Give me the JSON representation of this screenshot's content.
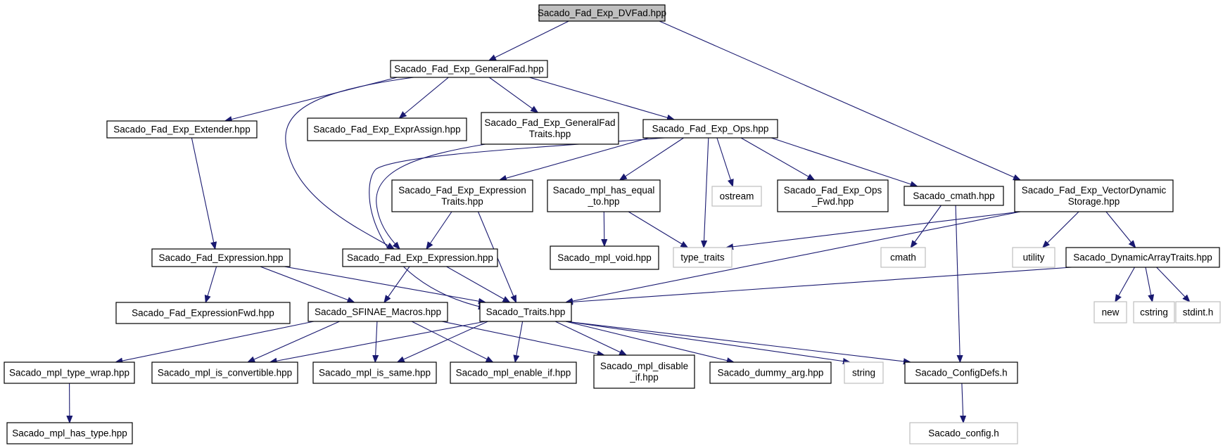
{
  "graph": {
    "nodes": [
      {
        "id": "dvfad",
        "lines": [
          "Sacado_Fad_Exp_DVFad.hpp"
        ],
        "style": "root"
      },
      {
        "id": "generalfad",
        "lines": [
          "Sacado_Fad_Exp_GeneralFad.hpp"
        ],
        "style": "dark"
      },
      {
        "id": "extender",
        "lines": [
          "Sacado_Fad_Exp_Extender.hpp"
        ],
        "style": "dark"
      },
      {
        "id": "exprassign",
        "lines": [
          "Sacado_Fad_Exp_ExprAssign.hpp"
        ],
        "style": "dark"
      },
      {
        "id": "generalfadtraits",
        "lines": [
          "Sacado_Fad_Exp_GeneralFad",
          "Traits.hpp"
        ],
        "style": "dark"
      },
      {
        "id": "ops",
        "lines": [
          "Sacado_Fad_Exp_Ops.hpp"
        ],
        "style": "dark"
      },
      {
        "id": "exprtraits",
        "lines": [
          "Sacado_Fad_Exp_Expression",
          "Traits.hpp"
        ],
        "style": "dark"
      },
      {
        "id": "hasequal",
        "lines": [
          "Sacado_mpl_has_equal",
          "_to.hpp"
        ],
        "style": "dark"
      },
      {
        "id": "ostream",
        "lines": [
          "ostream"
        ],
        "style": "light"
      },
      {
        "id": "opsfwd",
        "lines": [
          "Sacado_Fad_Exp_Ops",
          "_Fwd.hpp"
        ],
        "style": "dark"
      },
      {
        "id": "cmathhpp",
        "lines": [
          "Sacado_cmath.hpp"
        ],
        "style": "dark"
      },
      {
        "id": "vecdyn",
        "lines": [
          "Sacado_Fad_Exp_VectorDynamic",
          "Storage.hpp"
        ],
        "style": "dark"
      },
      {
        "id": "fadexpression",
        "lines": [
          "Sacado_Fad_Expression.hpp"
        ],
        "style": "dark"
      },
      {
        "id": "expexpression",
        "lines": [
          "Sacado_Fad_Exp_Expression.hpp"
        ],
        "style": "dark"
      },
      {
        "id": "mplvoid",
        "lines": [
          "Sacado_mpl_void.hpp"
        ],
        "style": "dark"
      },
      {
        "id": "typetraits",
        "lines": [
          "type_traits"
        ],
        "style": "light"
      },
      {
        "id": "cmath",
        "lines": [
          "cmath"
        ],
        "style": "light"
      },
      {
        "id": "utility",
        "lines": [
          "utility"
        ],
        "style": "light"
      },
      {
        "id": "dynarray",
        "lines": [
          "Sacado_DynamicArrayTraits.hpp"
        ],
        "style": "dark"
      },
      {
        "id": "exprfwd",
        "lines": [
          "Sacado_Fad_ExpressionFwd.hpp"
        ],
        "style": "dark"
      },
      {
        "id": "sfinae",
        "lines": [
          "Sacado_SFINAE_Macros.hpp"
        ],
        "style": "dark"
      },
      {
        "id": "traits",
        "lines": [
          "Sacado_Traits.hpp"
        ],
        "style": "dark"
      },
      {
        "id": "new",
        "lines": [
          "new"
        ],
        "style": "light"
      },
      {
        "id": "cstring",
        "lines": [
          "cstring"
        ],
        "style": "light"
      },
      {
        "id": "stdint",
        "lines": [
          "stdint.h"
        ],
        "style": "light"
      },
      {
        "id": "typewrap",
        "lines": [
          "Sacado_mpl_type_wrap.hpp"
        ],
        "style": "dark"
      },
      {
        "id": "isconvertible",
        "lines": [
          "Sacado_mpl_is_convertible.hpp"
        ],
        "style": "dark"
      },
      {
        "id": "issame",
        "lines": [
          "Sacado_mpl_is_same.hpp"
        ],
        "style": "dark"
      },
      {
        "id": "enableif",
        "lines": [
          "Sacado_mpl_enable_if.hpp"
        ],
        "style": "dark"
      },
      {
        "id": "disableif",
        "lines": [
          "Sacado_mpl_disable",
          "_if.hpp"
        ],
        "style": "dark"
      },
      {
        "id": "dummyarg",
        "lines": [
          "Sacado_dummy_arg.hpp"
        ],
        "style": "dark"
      },
      {
        "id": "string",
        "lines": [
          "string"
        ],
        "style": "light"
      },
      {
        "id": "configdefs",
        "lines": [
          "Sacado_ConfigDefs.h"
        ],
        "style": "dark"
      },
      {
        "id": "hastype",
        "lines": [
          "Sacado_mpl_has_type.hpp"
        ],
        "style": "dark"
      },
      {
        "id": "config",
        "lines": [
          "Sacado_config.h"
        ],
        "style": "light"
      }
    ],
    "edges": [
      [
        "dvfad",
        "generalfad"
      ],
      [
        "dvfad",
        "vecdyn"
      ],
      [
        "generalfad",
        "extender"
      ],
      [
        "generalfad",
        "exprassign"
      ],
      [
        "generalfad",
        "generalfadtraits"
      ],
      [
        "generalfad",
        "ops"
      ],
      [
        "generalfad",
        "expexpression"
      ],
      [
        "generalfadtraits",
        "expexpression"
      ],
      [
        "extender",
        "fadexpression"
      ],
      [
        "ops",
        "exprtraits"
      ],
      [
        "ops",
        "hasequal"
      ],
      [
        "ops",
        "ostream"
      ],
      [
        "ops",
        "opsfwd"
      ],
      [
        "ops",
        "cmathhpp"
      ],
      [
        "ops",
        "typetraits"
      ],
      [
        "ops",
        "traits"
      ],
      [
        "exprtraits",
        "expexpression"
      ],
      [
        "exprtraits",
        "traits"
      ],
      [
        "hasequal",
        "mplvoid"
      ],
      [
        "hasequal",
        "typetraits"
      ],
      [
        "cmathhpp",
        "cmath"
      ],
      [
        "cmathhpp",
        "configdefs"
      ],
      [
        "vecdyn",
        "typetraits"
      ],
      [
        "vecdyn",
        "utility"
      ],
      [
        "vecdyn",
        "dynarray"
      ],
      [
        "vecdyn",
        "traits"
      ],
      [
        "dynarray",
        "traits"
      ],
      [
        "dynarray",
        "new"
      ],
      [
        "dynarray",
        "cstring"
      ],
      [
        "dynarray",
        "stdint"
      ],
      [
        "fadexpression",
        "exprfwd"
      ],
      [
        "fadexpression",
        "sfinae"
      ],
      [
        "fadexpression",
        "traits"
      ],
      [
        "expexpression",
        "sfinae"
      ],
      [
        "expexpression",
        "traits"
      ],
      [
        "sfinae",
        "typewrap"
      ],
      [
        "sfinae",
        "isconvertible"
      ],
      [
        "sfinae",
        "issame"
      ],
      [
        "sfinae",
        "enableif"
      ],
      [
        "sfinae",
        "disableif"
      ],
      [
        "traits",
        "isconvertible"
      ],
      [
        "traits",
        "issame"
      ],
      [
        "traits",
        "enableif"
      ],
      [
        "traits",
        "disableif"
      ],
      [
        "traits",
        "dummyarg"
      ],
      [
        "traits",
        "string"
      ],
      [
        "traits",
        "configdefs"
      ],
      [
        "typewrap",
        "hastype"
      ],
      [
        "configdefs",
        "config"
      ]
    ]
  }
}
